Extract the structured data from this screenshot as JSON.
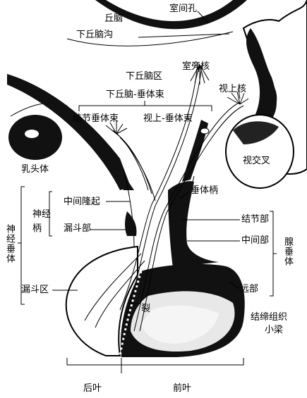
{
  "labels": {
    "thalamus": "丘脑",
    "interventricular_foramen": "室间孔",
    "hypothalamic_sulcus": "下丘脑沟",
    "hypothalamic_area": "下丘脑区",
    "paraventricular_nucleus": "室旁核",
    "hypothalamo_hypophyseal_tract": "下丘脑-垂体束",
    "supraoptic_nucleus": "视上核",
    "tuberohypophyseal_tract": "结节垂体束",
    "supraoptic_hypophyseal_tract": "视上-垂体束",
    "mammillary_body": "乳头体",
    "optic_chiasm": "视交叉",
    "median_eminence": "中间隆起",
    "infundibular_stalk": "垂体柄",
    "neural_stalk": "神经柄",
    "infundibular_stem": "漏斗部",
    "pars_tuberalis": "结节部",
    "pars_intermedia": "中间部",
    "neurohypophysis": "神经垂体",
    "adenohypophysis": "腺垂体",
    "infundibular_process": "漏斗区",
    "pars_distalis": "远部",
    "cleft": "裂",
    "connective_tissue_trabeculae_1": "结缔组织",
    "connective_tissue_trabeculae_2": "小梁",
    "posterior_lobe": "后叶",
    "anterior_lobe": "前叶"
  },
  "colors": {
    "ink": "#000000",
    "paper": "#ffffff",
    "tone": "#1a1a1a"
  }
}
